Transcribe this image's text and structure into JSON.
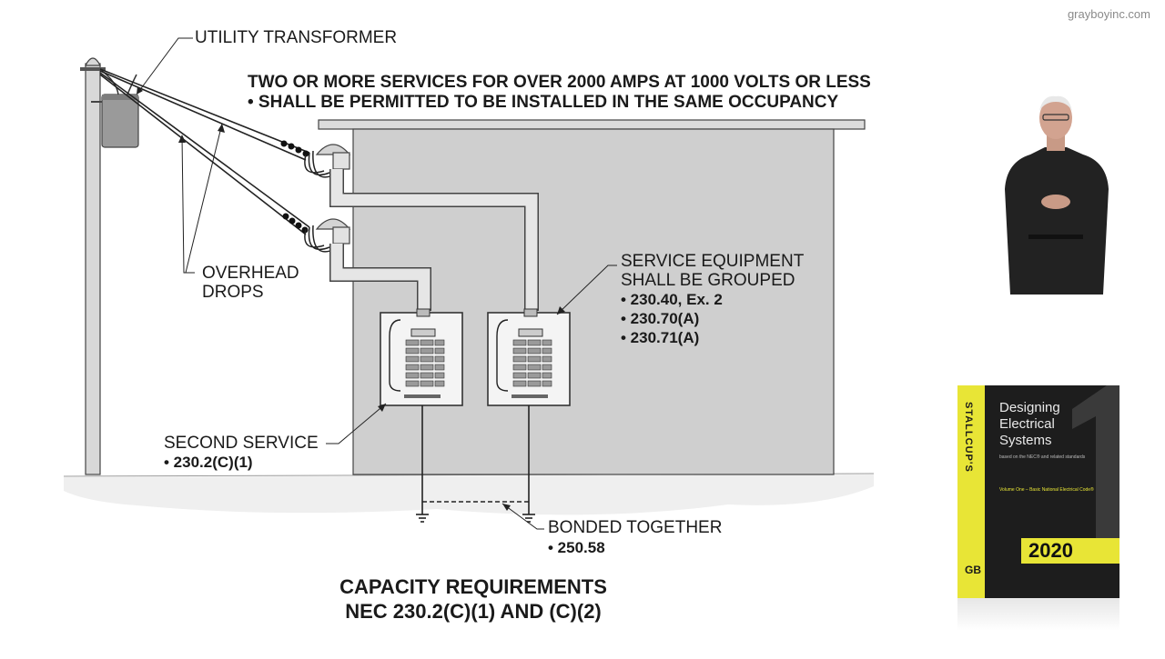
{
  "header": {
    "line1": "TWO OR MORE SERVICES FOR OVER 2000 AMPS AT 1000 VOLTS OR LESS",
    "line2": "• SHALL BE PERMITTED TO BE INSTALLED IN THE SAME OCCUPANCY"
  },
  "labels": {
    "utility_transformer": "UTILITY TRANSFORMER",
    "overhead_drops_1": "OVERHEAD",
    "overhead_drops_2": "DROPS",
    "service_equipment_1": "SERVICE EQUIPMENT",
    "service_equipment_2": "SHALL BE GROUPED",
    "service_refs": [
      "• 230.40, Ex. 2",
      "• 230.70(A)",
      "• 230.71(A)"
    ],
    "second_service": "SECOND SERVICE",
    "second_service_ref": "• 230.2(C)(1)",
    "bonded_together": "BONDED TOGETHER",
    "bonded_ref": "• 250.58"
  },
  "caption": {
    "line1": "CAPACITY REQUIREMENTS",
    "line2": "NEC 230.2(C)(1) AND (C)(2)"
  },
  "watermark": "grayboyinc.com",
  "book": {
    "spine": "STALLCUP'S",
    "title_lines": [
      "Designing",
      "Electrical",
      "Systems"
    ],
    "subtitle": "based on the NEC® and related standards",
    "volume": "Volume One – Basic National Electrical Code®",
    "year": "2020",
    "logo": "GB"
  },
  "colors": {
    "building": "#cfcfcf",
    "conduit": "#e6e6e6",
    "ground": "#eeeeee",
    "ink": "#1a1a1a",
    "book_accent": "#e8e536"
  }
}
